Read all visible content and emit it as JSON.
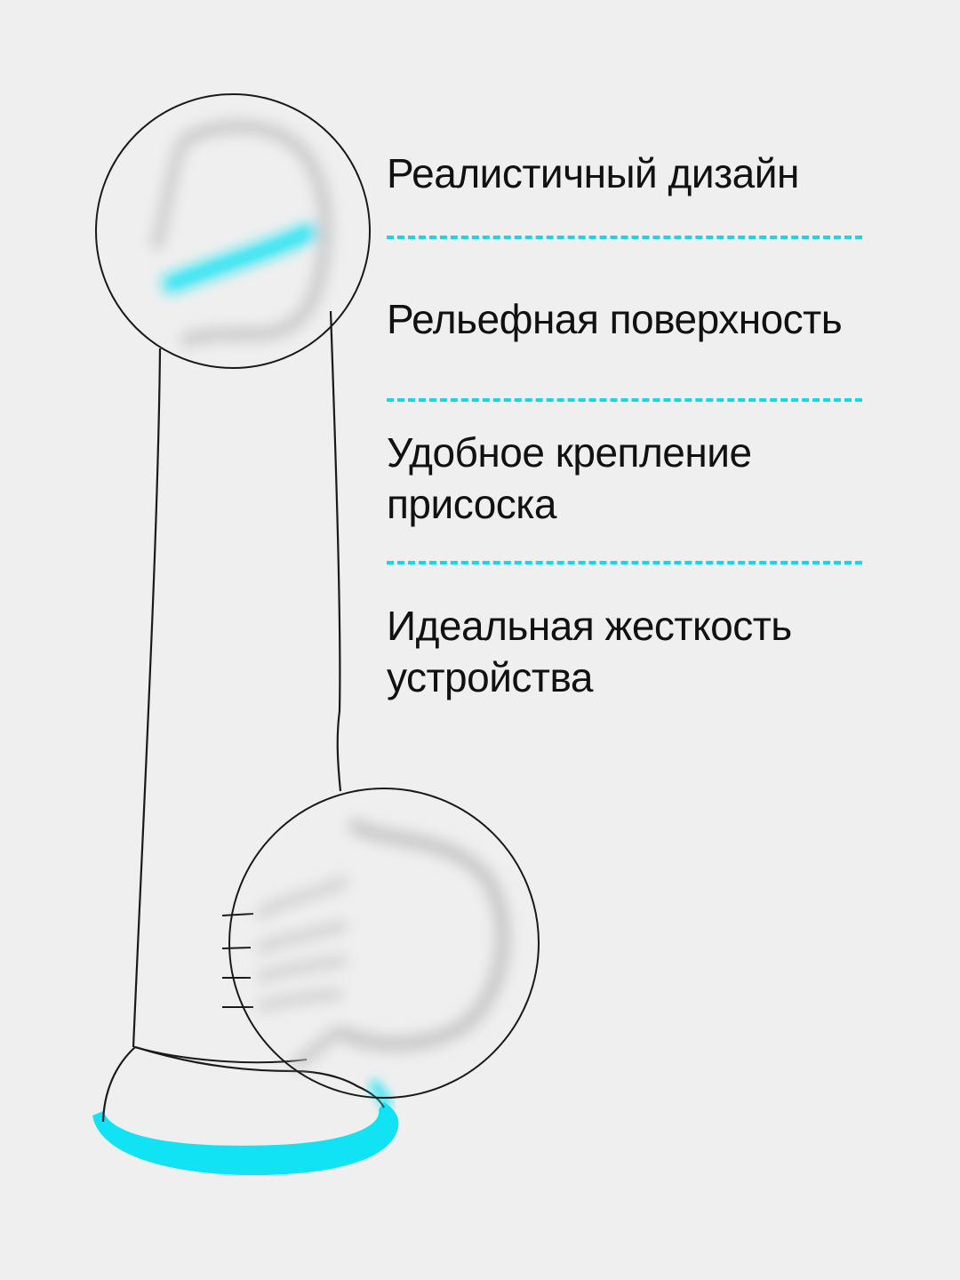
{
  "features": [
    {
      "lines": [
        "Реалистичный дизайн"
      ]
    },
    {
      "lines": [
        "Рельефная поверхность"
      ]
    },
    {
      "lines": [
        "Удобное крепление",
        "присоска"
      ]
    },
    {
      "lines": [
        "Идеальная жесткость",
        "устройства"
      ]
    }
  ],
  "colors": {
    "background": "#efefef",
    "accent": "#12e3f4",
    "text": "#111111",
    "outline": "#1a1a1a"
  },
  "icons": {
    "illustration": "product-line-illustration",
    "zoom_top": "magnifier-circle-top",
    "zoom_bottom": "magnifier-circle-bottom",
    "base_ring": "suction-base-ring"
  }
}
